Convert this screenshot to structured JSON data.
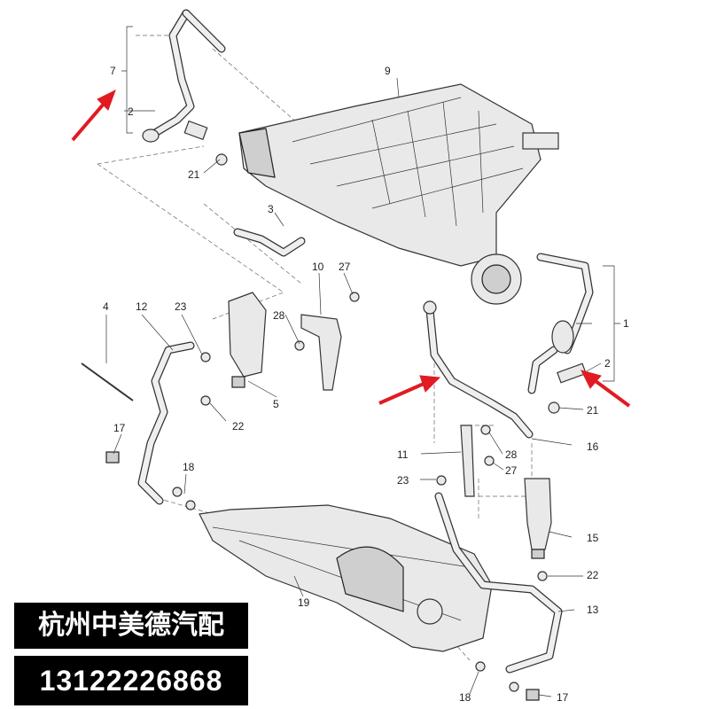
{
  "diagram": {
    "callouts": {
      "c1": "1",
      "c2a": "2",
      "c2b": "2",
      "c3": "3",
      "c4": "4",
      "c5": "5",
      "c7": "7",
      "c9": "9",
      "c10": "10",
      "c11": "11",
      "c12": "12",
      "c13": "13",
      "c15": "15",
      "c16": "16",
      "c17a": "17",
      "c17b": "17",
      "c18a": "18",
      "c18b": "18",
      "c19": "19",
      "c21a": "21",
      "c21b": "21",
      "c22a": "22",
      "c22b": "22",
      "c23a": "23",
      "c23b": "23",
      "c27a": "27",
      "c27b": "27",
      "c28a": "28",
      "c28b": "28"
    },
    "arrow_color": "#e11b22"
  },
  "watermark": {
    "shop_name": "杭州中美德汽配",
    "phone": "13122226868"
  }
}
